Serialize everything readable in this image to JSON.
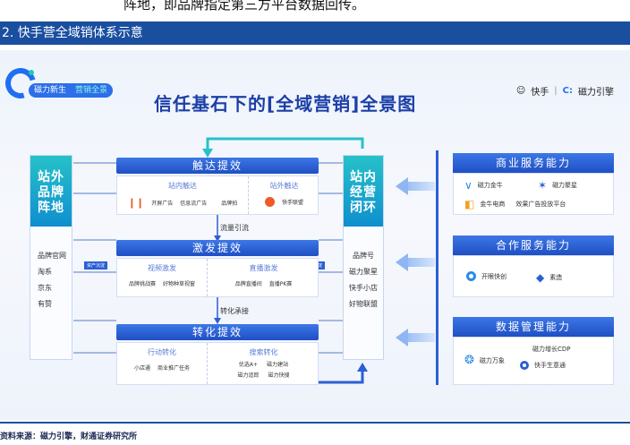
{
  "top_text": "阵地，即品牌指定第三方平台数据回传。",
  "section_title": "2. 快手营全域销体系示意",
  "logo": {
    "tag_left": "磁力新生",
    "tag_right": "营销全景"
  },
  "main_title": "信任基石下的[全域营销]全景图",
  "brand": {
    "left": "快手",
    "right": "磁力引擎"
  },
  "left_pillar": {
    "title": [
      "站外",
      "品牌",
      "阵地"
    ],
    "items": [
      "品牌官网",
      "淘系",
      "京东",
      "有赞"
    ]
  },
  "right_pillar": {
    "title": [
      "站内",
      "经营",
      "闭环"
    ],
    "items": [
      "品牌号",
      "磁力聚星",
      "快手小店",
      "好物联盟"
    ]
  },
  "stages": {
    "reach": {
      "title": "触达提效",
      "sub1": "站内触达",
      "sub1_items": [
        "开屏广告",
        "信息流广告",
        "品牌拍"
      ],
      "sub2": "站外触达",
      "sub2_items": [
        "快手联盟"
      ]
    },
    "excite": {
      "title": "激发提效",
      "sub1": "视频激发",
      "sub1_items": [
        "品牌挑战赛",
        "好物种草视窗"
      ],
      "sub2": "直播激发",
      "sub2_items": [
        "品牌直播间",
        "直播PK赛"
      ]
    },
    "convert": {
      "title": "转化提效",
      "sub1": "行动转化",
      "sub1_items": [
        "小店通",
        "商业推广任务"
      ],
      "sub2": "搜索转化",
      "sub2_items": [
        "优选A+",
        "磁力建站",
        "磁力追踪",
        "磁力快搜"
      ]
    }
  },
  "connectors": {
    "flow1": "流量引流",
    "flow2": "转化承接"
  },
  "side_tags": {
    "left": "资产沉淀",
    "right": "资产沉淀"
  },
  "capabilities": [
    {
      "title": "商业服务能力",
      "items": [
        "磁力金牛",
        "磁力聚星",
        "金牛电商",
        "效果广告投放平台"
      ]
    },
    {
      "title": "合作服务能力",
      "items": [
        "开眼快创",
        "素造"
      ]
    },
    {
      "title": "数据管理能力",
      "items": [
        "磁力万象",
        "磁力增长CDP",
        "快手生意通"
      ]
    }
  ],
  "source": "资料来源：磁力引擎，财通证券研究所",
  "colors": {
    "primary": "#1a4fa0",
    "accent": "#26c1c9",
    "stage": "#2b5fd4"
  }
}
